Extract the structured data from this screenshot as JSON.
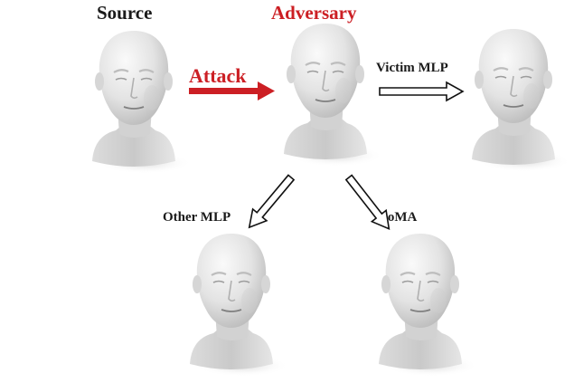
{
  "labels": {
    "source": "Source",
    "adversary": "Adversary",
    "attack": "Attack",
    "victim": "Victim MLP",
    "other": "Other MLP",
    "coma": "CoMA"
  },
  "colors": {
    "attack_red": "#cc1f24",
    "text_dark": "#1a1a1a",
    "head_light": "#f1f1f1",
    "head_mid": "#d6d6d6",
    "head_shadow": "#b9b9b9"
  }
}
